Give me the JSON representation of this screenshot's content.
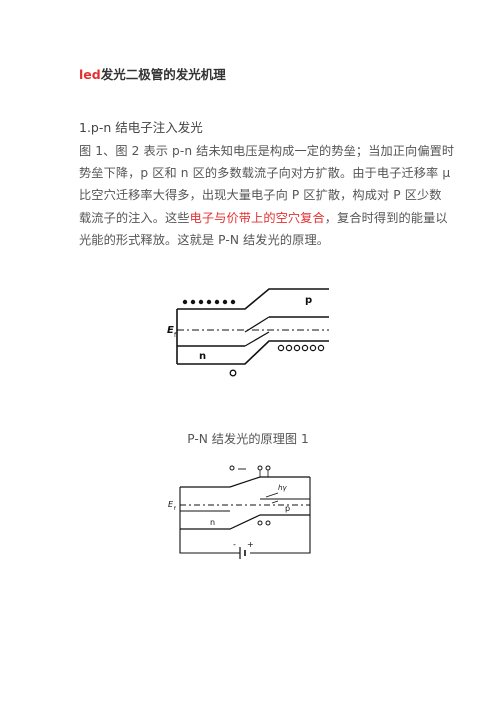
{
  "title": {
    "prefix": "led",
    "rest": "发光二极管的发光机理"
  },
  "section": {
    "heading": "1.p-n 结电子注入发光"
  },
  "paragraph": {
    "l1": "图 1、图 2 表示 p-n 结未知电压是构成一定的势垒；当加正向偏置时",
    "l2": "势垒下降，p 区和 n 区的多数载流子向对方扩散。由于电子迁移率 μ",
    "l3": "比空穴迁移率大得多，出现大量电子向 P 区扩散，构成对 P 区少数",
    "l4a": "载流子的注入。这些",
    "l4red": "电子与价带上的空穴复合",
    "l4b": "，复合时得到的能量以",
    "l5": "光能的形式释放。这就是 P-N 结发光的原理。"
  },
  "figure1": {
    "caption": "P-N 结发光的原理图 1",
    "label_p": "p",
    "label_n": "n",
    "label_ef": "E",
    "label_ef_sub": "f"
  },
  "figure2": {
    "label_p": "p",
    "label_n": "n",
    "label_ef": "E",
    "label_ef_sub": "f",
    "label_hv": "hγ",
    "label_minus": "-",
    "label_plus": "+"
  }
}
